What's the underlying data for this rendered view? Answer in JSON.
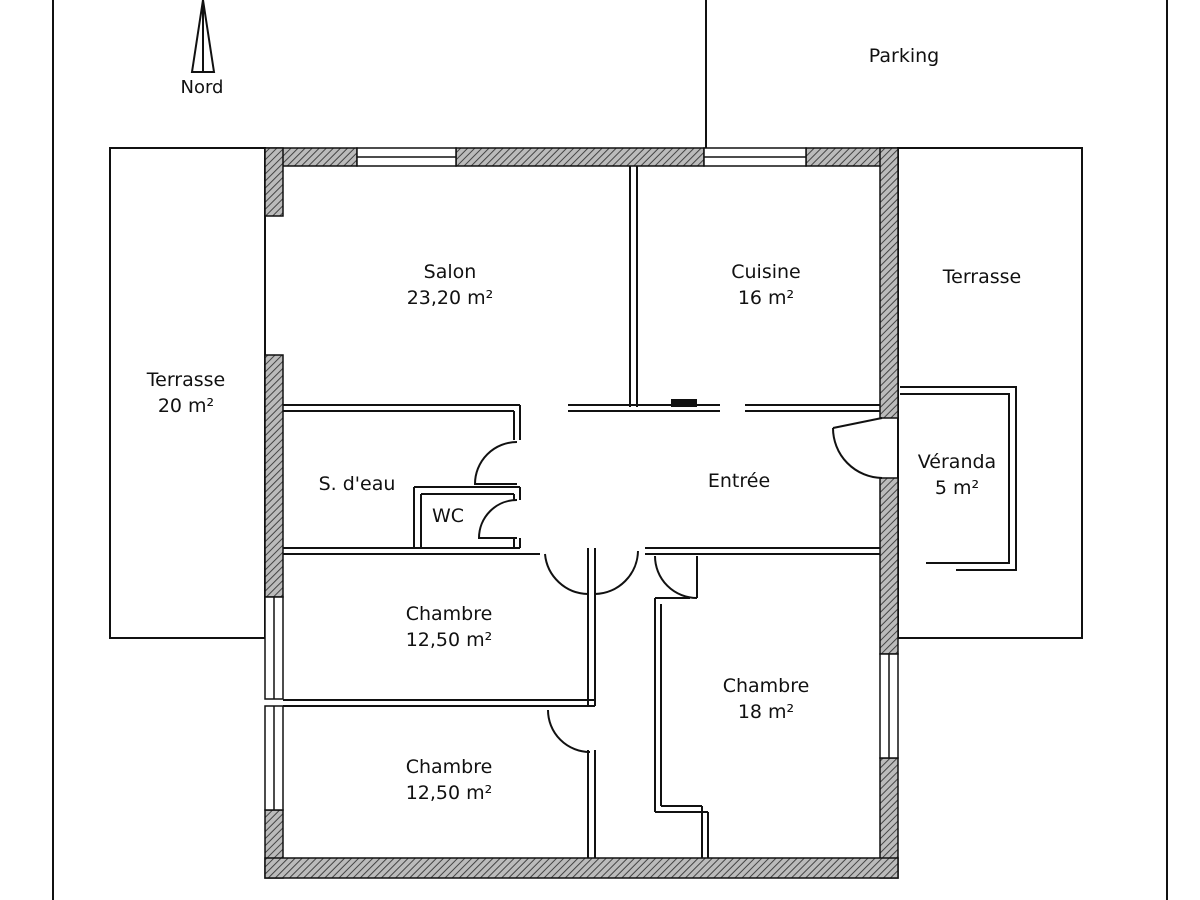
{
  "compass": {
    "label": "Nord"
  },
  "rooms": {
    "parking": {
      "name": "Parking"
    },
    "terrasse_east": {
      "name": "Terrasse"
    },
    "terrasse_west": {
      "name": "Terrasse",
      "area": "20 m²"
    },
    "salon": {
      "name": "Salon",
      "area": "23,20 m²"
    },
    "cuisine": {
      "name": "Cuisine",
      "area": "16 m²"
    },
    "salle_eau": {
      "name": "S. d'eau"
    },
    "wc": {
      "name": "WC"
    },
    "entree": {
      "name": "Entrée"
    },
    "veranda": {
      "name": "Véranda",
      "area": "5 m²"
    },
    "chambre_1": {
      "name": "Chambre",
      "area": "12,50 m²"
    },
    "chambre_2": {
      "name": "Chambre",
      "area": "12,50 m²"
    },
    "chambre_3": {
      "name": "Chambre",
      "area": "18 m²"
    }
  },
  "colors": {
    "line": "#111111",
    "hatch": "#555555"
  }
}
